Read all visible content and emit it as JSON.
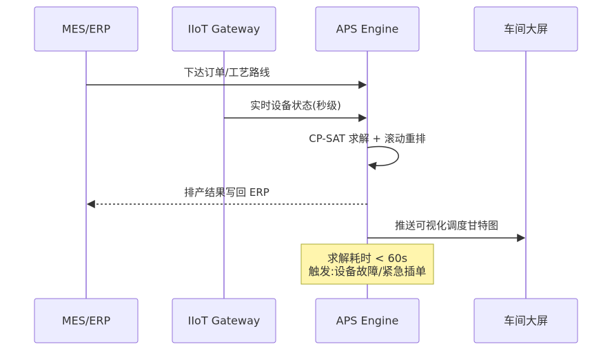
{
  "participants": [
    {
      "id": "mes",
      "label": "MES/ERP"
    },
    {
      "id": "iiot",
      "label": "IIoT Gateway"
    },
    {
      "id": "aps",
      "label": "APS Engine"
    },
    {
      "id": "screen",
      "label": "车间大屏"
    }
  ],
  "messages": [
    {
      "from": "mes",
      "to": "aps",
      "label": "下达订单/工艺路线",
      "style": "solid"
    },
    {
      "from": "iiot",
      "to": "aps",
      "label": "实时设备状态(秒级)",
      "style": "solid"
    },
    {
      "from": "aps",
      "to": "aps",
      "label": "CP-SAT 求解 + 滚动重排",
      "style": "solid"
    },
    {
      "from": "aps",
      "to": "mes",
      "label": "排产结果写回 ERP",
      "style": "dotted"
    },
    {
      "from": "aps",
      "to": "screen",
      "label": "推送可视化调度甘特图",
      "style": "solid"
    }
  ],
  "note": {
    "over": "aps",
    "lines": [
      "求解耗时 < 60s",
      "触发:设备故障/紧急插单"
    ]
  },
  "colors": {
    "actor_fill": "#ECECFF",
    "actor_stroke": "#9370DB",
    "line": "#333333",
    "note_fill": "#FFF5AD",
    "note_stroke": "#AAAA33"
  }
}
